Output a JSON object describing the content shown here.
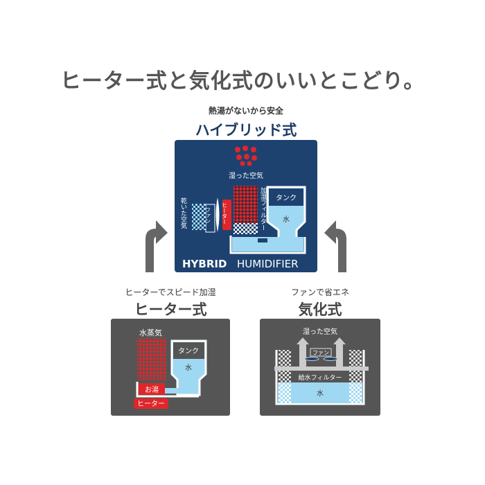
{
  "title": "ヒーター式と気化式のいいとこどり。",
  "hybrid": {
    "subtitle": "熱湯がないから安全",
    "heading": "ハイブリッド式",
    "labels": {
      "humid_air": "湿った空気",
      "dry_air": "乾いた空気",
      "fan": "ファン",
      "heater": "ヒーター",
      "filter": "加湿フィルター",
      "tank": "タンク",
      "water": "水",
      "brand_bold": "HYBRID",
      "brand_light": "HUMIDIFIER"
    }
  },
  "heater": {
    "subtitle": "ヒーターでスピード加湿",
    "heading": "ヒーター式",
    "labels": {
      "steam": "水蒸気",
      "tank": "タンク",
      "water": "水",
      "hot_water": "お湯",
      "heater": "ヒーター"
    }
  },
  "evaporative": {
    "subtitle": "ファンで省エネ",
    "heading": "気化式",
    "labels": {
      "humid_air": "湿った空気",
      "fan": "ファン",
      "filter": "給水フィルター",
      "water": "水"
    }
  },
  "colors": {
    "navy": "#1d4270",
    "gray": "#555555",
    "red": "#e0262a",
    "water": "#9fd8f2",
    "arrow": "#666666"
  }
}
